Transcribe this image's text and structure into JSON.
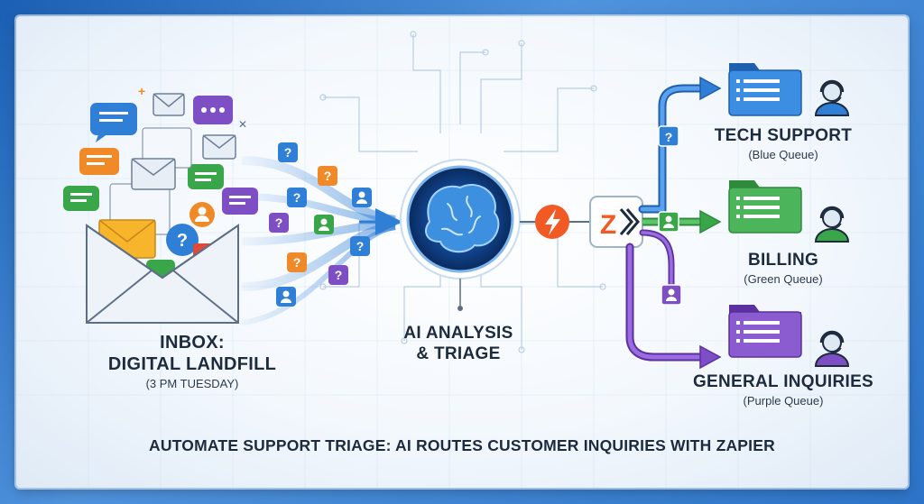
{
  "inbox": {
    "title_line1": "INBOX:",
    "title_line2": "DIGITAL LANDFILL",
    "subtitle": "(3 PM TUESDAY)"
  },
  "ai": {
    "line1": "AI ANALYSIS",
    "line2": "& TRIAGE"
  },
  "zapier": {
    "glyph": "Z"
  },
  "queues": [
    {
      "name": "TECH SUPPORT",
      "subtitle": "(Blue Queue)",
      "color": "#2f7fd6"
    },
    {
      "name": "BILLING",
      "subtitle": "(Green Queue)",
      "color": "#3aa64a"
    },
    {
      "name": "GENERAL INQUIRIES",
      "subtitle": "(Purple Queue)",
      "color": "#7e4fc4"
    }
  ],
  "footer": {
    "title": "AUTOMATE SUPPORT TRIAGE: AI ROUTES CUSTOMER INQUIRIES WITH ZAPIER"
  },
  "colors": {
    "blue": "#2f7fd6",
    "green": "#3aa64a",
    "purple": "#7e4fc4",
    "orange": "#f15a24",
    "dark": "#1d2b3e"
  },
  "icons": [
    "envelope-icon",
    "chat-bubble-icon",
    "question-icon",
    "person-icon",
    "brain-icon",
    "lightning-icon",
    "zapier-icon",
    "folder-icon",
    "headset-agent-icon"
  ]
}
